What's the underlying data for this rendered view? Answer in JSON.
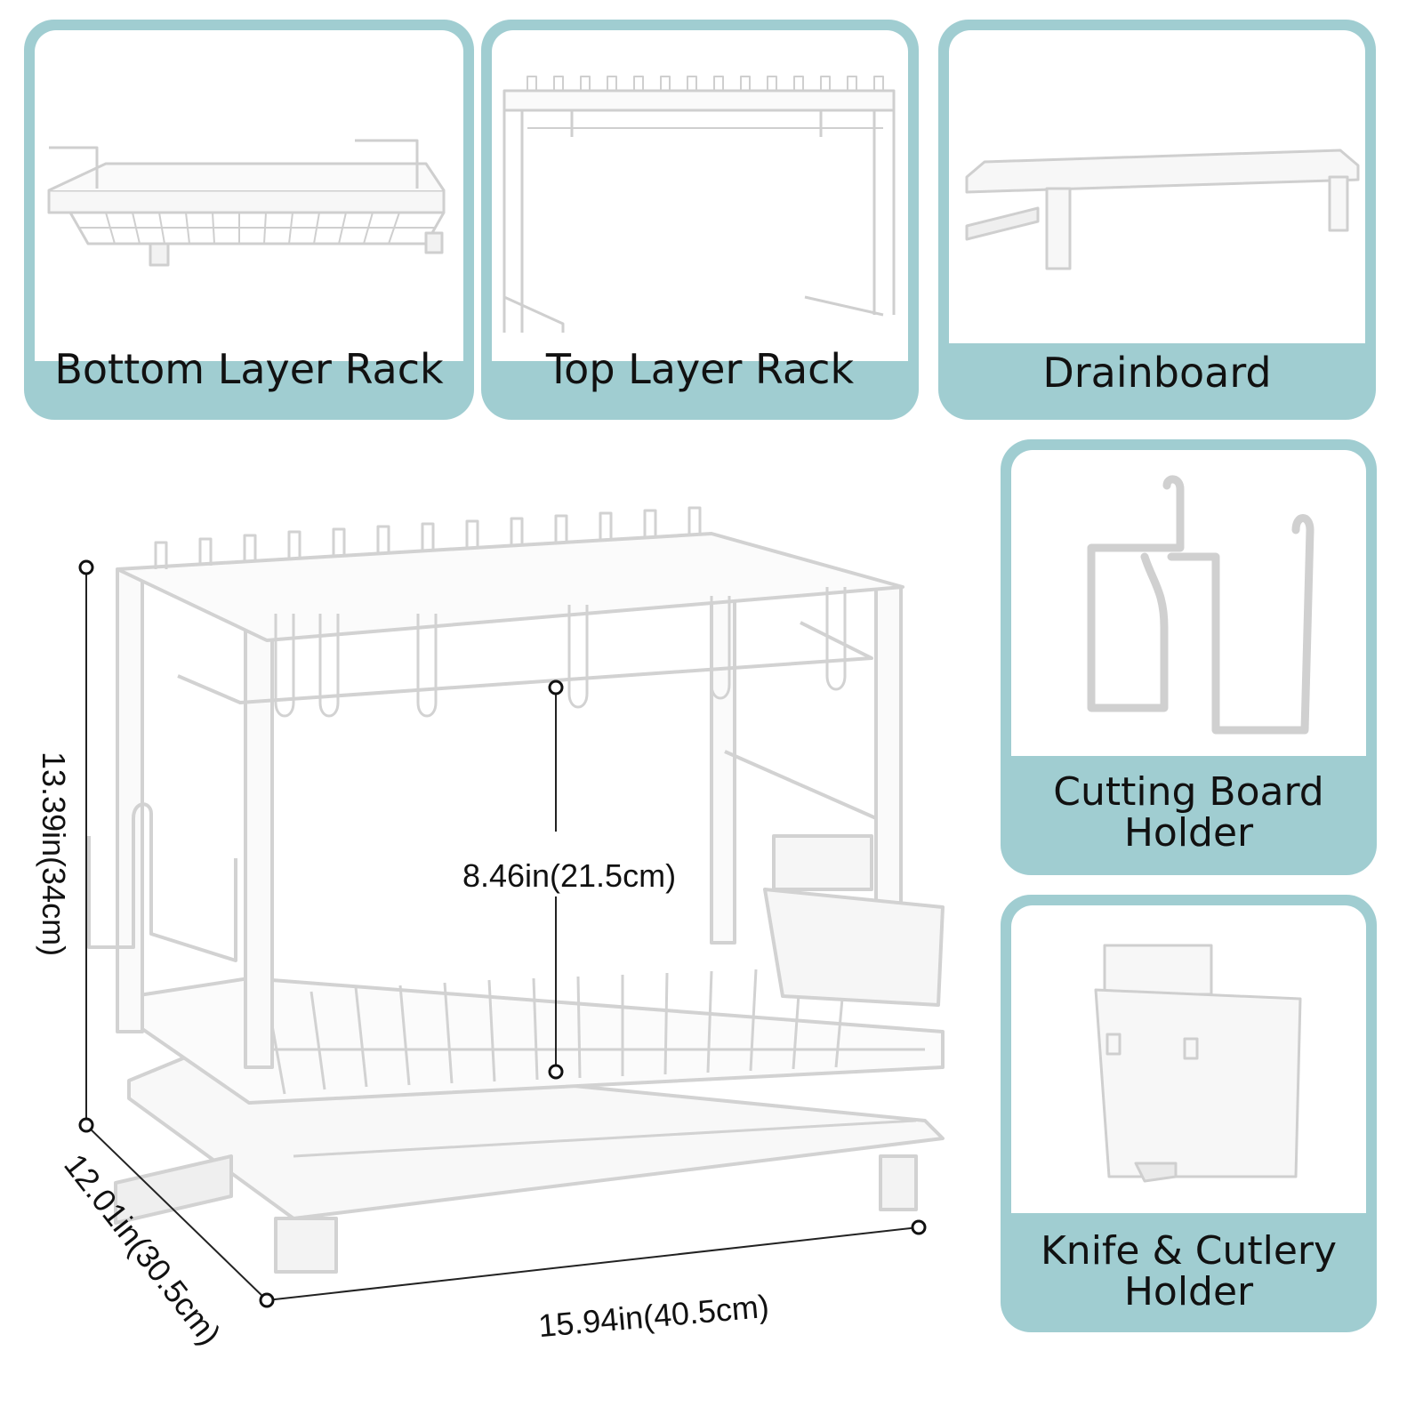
{
  "panels": {
    "bottom_layer_rack": {
      "label": "Bottom Layer Rack"
    },
    "top_layer_rack": {
      "label": "Top Layer Rack"
    },
    "drainboard": {
      "label": "Drainboard"
    },
    "cutting_board_holder": {
      "label_line1": "Cutting Board",
      "label_line2": "Holder"
    },
    "knife_cutlery_holder": {
      "label_line1": "Knife & Cutlery",
      "label_line2": "Holder"
    }
  },
  "dimensions": {
    "height": "13.39in(34cm)",
    "inner_height": "8.46in(21.5cm)",
    "width": "15.94in(40.5cm)",
    "depth": "12.01in(30.5cm)"
  },
  "colors": {
    "panel_accent": "#a0cdd1",
    "product": "#ffffff",
    "outline": "#d5d5d5"
  }
}
